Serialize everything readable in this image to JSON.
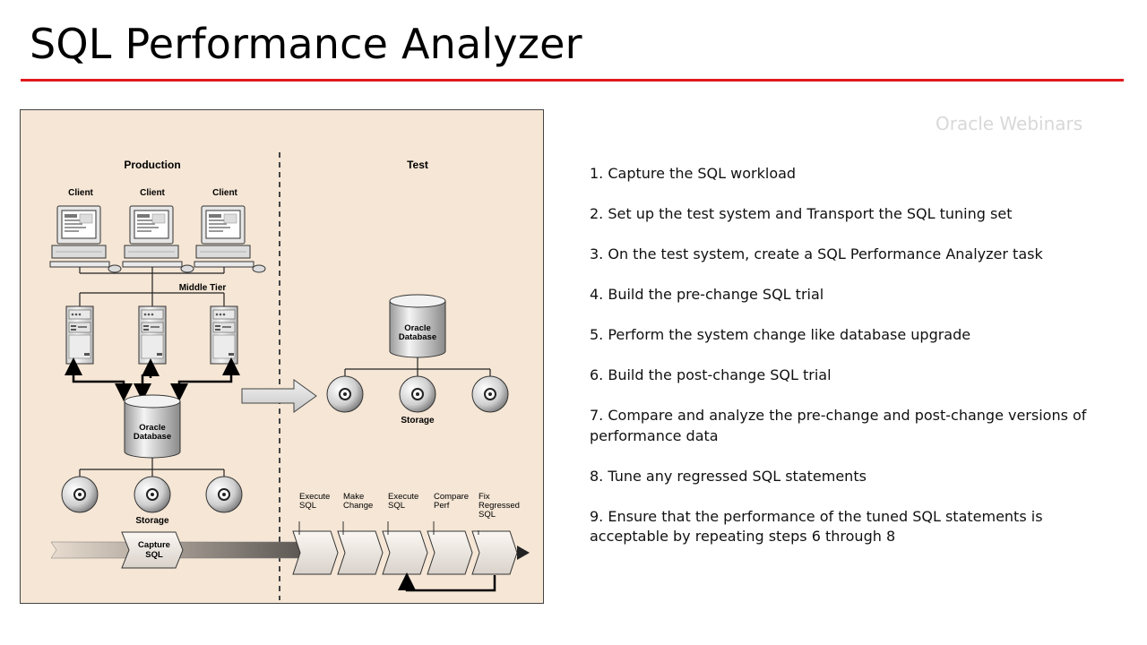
{
  "page": {
    "title": "SQL Performance Analyzer",
    "watermark": "Oracle Webinars",
    "accent_color": "#e0191d"
  },
  "diagram": {
    "background": "#f5e6d5",
    "production_label": "Production",
    "test_label": "Test",
    "client_label": "Client",
    "middle_tier_label": "Middle Tier",
    "database_line1": "Oracle",
    "database_line2": "Database",
    "storage_label": "Storage",
    "capture_line1": "Capture",
    "capture_line2": "SQL",
    "process_steps": [
      {
        "line1": "Execute",
        "line2": "SQL",
        "line3": ""
      },
      {
        "line1": "Make",
        "line2": "Change",
        "line3": ""
      },
      {
        "line1": "Execute",
        "line2": "SQL",
        "line3": ""
      },
      {
        "line1": "Compare",
        "line2": "Perf",
        "line3": ""
      },
      {
        "line1": "Fix",
        "line2": "Regressed",
        "line3": "SQL"
      }
    ]
  },
  "steps": [
    "1. Capture the SQL workload",
    "2. Set up the test system and Transport the SQL tuning set",
    "3. On the test system, create a SQL Performance Analyzer task",
    "4. Build the pre-change SQL trial",
    "5. Perform the system change like database upgrade",
    "6. Build the post-change SQL trial",
    "7. Compare and analyze the pre-change and post-change versions of performance data",
    "8. Tune any regressed SQL statements",
    "9. Ensure that the performance of the tuned SQL statements is acceptable by repeating steps 6 through 8"
  ]
}
